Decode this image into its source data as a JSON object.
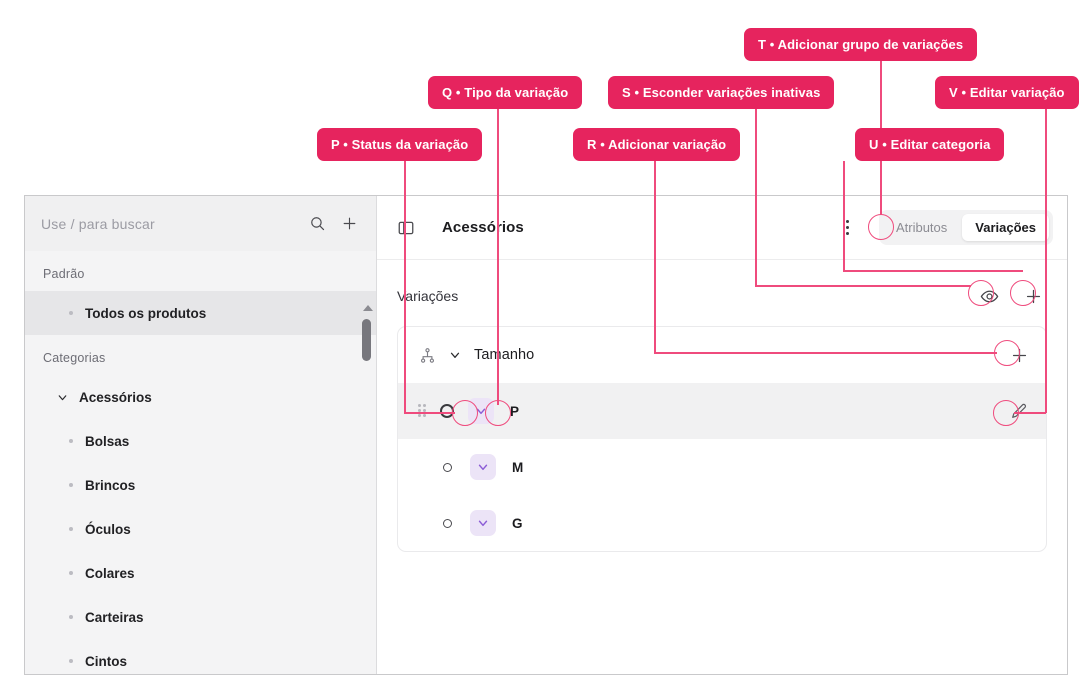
{
  "annotations": [
    {
      "id": "P",
      "label": "P • Status da variação"
    },
    {
      "id": "Q",
      "label": "Q • Tipo da variação"
    },
    {
      "id": "R",
      "label": "R • Adicionar variação"
    },
    {
      "id": "S",
      "label": "S • Esconder variações inativas"
    },
    {
      "id": "T",
      "label": "T • Adicionar grupo de variações"
    },
    {
      "id": "U",
      "label": "U • Editar categoria"
    },
    {
      "id": "V",
      "label": "V • Editar variação"
    }
  ],
  "colors": {
    "badge_bg": "#e6245e",
    "connector": "#ef4b7d",
    "purple_badge_bg": "#ece4f7",
    "purple_icon": "#8b5cd6"
  },
  "sidebar": {
    "search": {
      "placeholder": "Use / para buscar",
      "search_icon": "search-icon",
      "add_icon": "plus-icon"
    },
    "sections": [
      {
        "title": "Padrão",
        "items": [
          {
            "label": "Todos os produtos",
            "selected": true,
            "level": 1
          }
        ]
      },
      {
        "title": "Categorias",
        "items": [
          {
            "label": "Acessórios",
            "selected": false,
            "level": 0,
            "expandable": true
          },
          {
            "label": "Bolsas",
            "selected": false,
            "level": 1
          },
          {
            "label": "Brincos",
            "selected": false,
            "level": 1
          },
          {
            "label": "Óculos",
            "selected": false,
            "level": 1
          },
          {
            "label": "Colares",
            "selected": false,
            "level": 1
          },
          {
            "label": "Carteiras",
            "selected": false,
            "level": 1
          },
          {
            "label": "Cintos",
            "selected": false,
            "level": 1
          }
        ]
      }
    ]
  },
  "main": {
    "header": {
      "toggle_icon": "panel-toggle-icon",
      "title": "Acessórios",
      "kebab_icon": "more-vertical-icon",
      "tabs": [
        {
          "label": "Atributos",
          "active": false
        },
        {
          "label": "Variações",
          "active": true
        }
      ]
    },
    "section": {
      "title": "Variações",
      "hide_inactive_icon": "eye-icon",
      "add_group_icon": "plus-icon"
    },
    "group": {
      "hierarchy_icon": "hierarchy-icon",
      "collapse_icon": "chevron-down-icon",
      "name": "Tamanho",
      "add_variation_icon": "plus-icon",
      "options": [
        {
          "label": "P",
          "highlighted": true,
          "status_icon": "circle-icon",
          "type_icon": "chevron-down-icon",
          "edit_icon": "pencil-icon"
        },
        {
          "label": "M",
          "highlighted": false,
          "status_icon": "circle-icon",
          "type_icon": "chevron-down-icon"
        },
        {
          "label": "G",
          "highlighted": false,
          "status_icon": "circle-icon",
          "type_icon": "chevron-down-icon"
        }
      ]
    }
  }
}
